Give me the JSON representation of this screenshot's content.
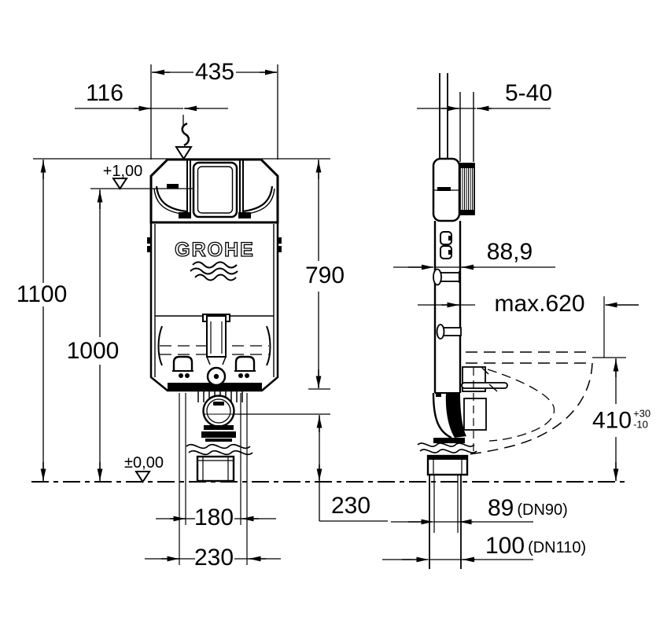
{
  "logo": {
    "brand": "GROHE"
  },
  "dimensions": {
    "frame_width": "435",
    "flush_pipe_offset": "116",
    "wall_finish_range": "5-40",
    "total_height": "1100",
    "actuation_height": "1000",
    "frame_height": "790",
    "level_upper": "+1,00",
    "level_floor": "±0,00",
    "flush_pipe_diameter": "88,9",
    "max_depth": "max.620",
    "bowl_height": "410",
    "bowl_height_tol_plus": "+30",
    "bowl_height_tol_minus": "-10",
    "outlet_center_height": "230",
    "fixing_bolt_spacing": "180",
    "fixing_bolt_outer_width": "230",
    "drain_od": "89",
    "drain_od_note": "(DN90)",
    "drain_od2": "100",
    "drain_od2_note": "(DN110)"
  }
}
